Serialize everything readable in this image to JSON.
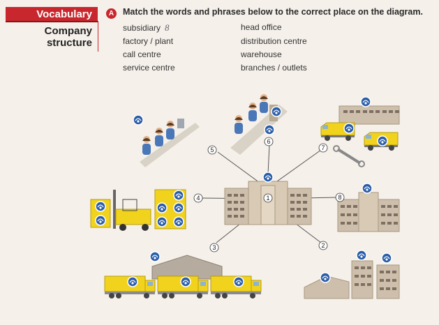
{
  "header": {
    "tab_label": "Vocabulary",
    "section_title_line1": "Company",
    "section_title_line2": "structure"
  },
  "exercise": {
    "badge": "A",
    "instruction": "Match the words and phrases below to the correct place on the diagram."
  },
  "terms": {
    "col1": [
      "subsidiary",
      "factory / plant",
      "call centre",
      "service centre"
    ],
    "col2": [
      "head office",
      "distribution centre",
      "warehouse",
      "branches / outlets"
    ],
    "handwritten_answer": "8"
  },
  "diagram": {
    "numbers": [
      "1",
      "2",
      "3",
      "4",
      "5",
      "6",
      "7",
      "8"
    ]
  },
  "colors": {
    "accent": "#c9272e",
    "building": "#cdbfab",
    "vehicle_yellow": "#f1d31e",
    "logo_blue": "#2a5da8"
  }
}
